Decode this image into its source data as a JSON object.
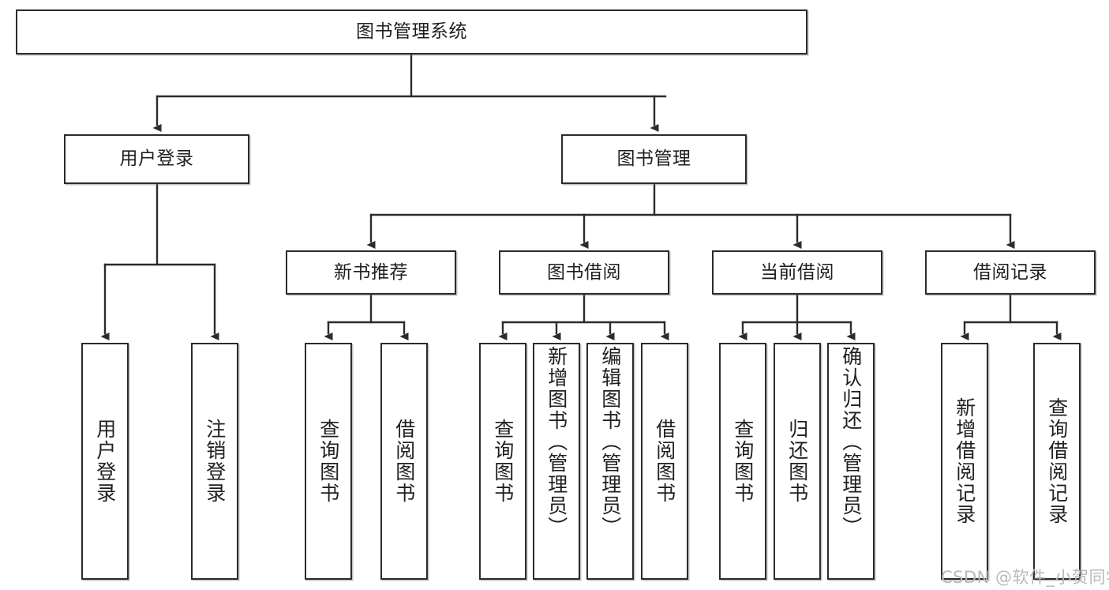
{
  "diagram": {
    "title": "图书管理系统",
    "type": "tree-hierarchy",
    "watermark": "CSDN @软件_小贺同学",
    "colors": {
      "stroke": "#2b2b2b",
      "fill": "#ffffff",
      "text": "#1f1f1f",
      "watermark": "#b9b9b9",
      "shadow": "#787878"
    },
    "root": {
      "label": "图书管理系统"
    },
    "level2": [
      {
        "label": "用户登录"
      },
      {
        "label": "图书管理"
      }
    ],
    "level3": [
      {
        "label": "新书推荐"
      },
      {
        "label": "图书借阅"
      },
      {
        "label": "当前借阅"
      },
      {
        "label": "借阅记录"
      }
    ],
    "leaves": {
      "user_login": [
        {
          "label": "用户登录"
        },
        {
          "label": "注销登录"
        }
      ],
      "new_book": [
        {
          "label": "查询图书"
        },
        {
          "label": "借阅图书"
        }
      ],
      "book_borrow": [
        {
          "label": "查询图书"
        },
        {
          "label": "新增图书（管理员）"
        },
        {
          "label": "编辑图书（管理员）"
        },
        {
          "label": "借阅图书"
        }
      ],
      "current_borrow": [
        {
          "label": "查询图书"
        },
        {
          "label": "归还图书"
        },
        {
          "label": "确认归还（管理员）"
        }
      ],
      "borrow_record": [
        {
          "label": "新增借阅记录"
        },
        {
          "label": "查询借阅记录"
        }
      ]
    }
  }
}
